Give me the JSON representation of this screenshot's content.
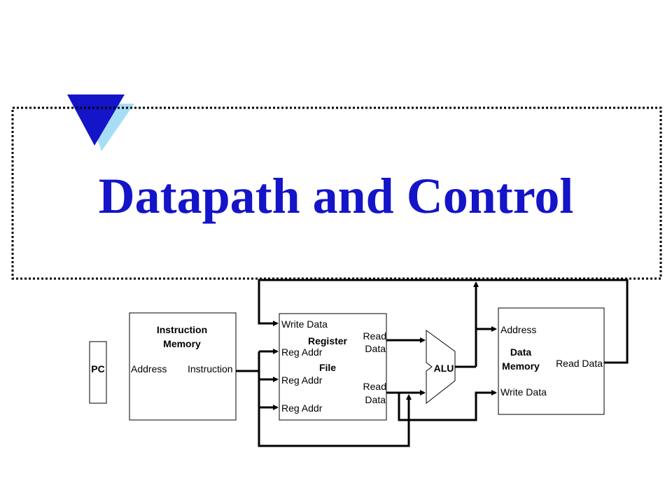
{
  "slide": {
    "title": "Datapath and Control",
    "colors": {
      "title": "#1414c8",
      "logo_dark": "#1414c8",
      "logo_light": "#a8ddf6"
    }
  },
  "diagram": {
    "pc": "PC",
    "instruction_memory": {
      "name_line1": "Instruction",
      "name_line2": "Memory",
      "address": "Address",
      "instruction": "Instruction"
    },
    "register_file": {
      "name_line1": "Register",
      "name_line2": "File",
      "write_data": "Write Data",
      "reg_addr_1": "Reg Addr",
      "reg_addr_2": "Reg Addr",
      "reg_addr_3": "Reg Addr",
      "read_data_1_line1": "Read",
      "read_data_1_line2": "Data",
      "read_data_2_line1": "Read",
      "read_data_2_line2": "Data"
    },
    "alu": "ALU",
    "data_memory": {
      "name_line1": "Data",
      "name_line2": "Memory",
      "address": "Address",
      "write_data": "Write Data",
      "read_data": "Read Data"
    }
  }
}
